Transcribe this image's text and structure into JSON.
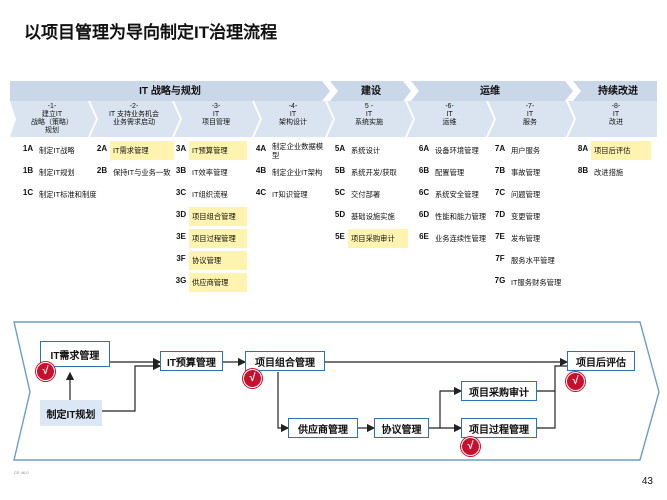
{
  "title": "以项目管理为导向制定IT治理流程",
  "phases": {
    "strategy": "IT 战略与规划",
    "build": "建设",
    "ops": "运维",
    "improve": "持续改进"
  },
  "headers": [
    "-1-\n建立IT\n战略（策略）\n规划",
    "-2-\nIT 支持业务机会\n业务需求启动",
    "-3-\nIT\n项目管理",
    "-4-\nIT\n架构设计",
    "5 -\nIT\n系统实施",
    "-6-\nIT\n运维",
    "-7-\nIT\n服务",
    "-8-\nIT\n改进"
  ],
  "cols": [
    [
      {
        "code": "1A",
        "label": "制定IT战略",
        "hl": false
      },
      {
        "code": "1B",
        "label": "制定IT规划",
        "hl": false
      },
      {
        "code": "1C",
        "label": "制定IT标准和制度",
        "hl": false
      }
    ],
    [
      {
        "code": "2A",
        "label": "IT需求管理",
        "hl": true
      },
      {
        "code": "2B",
        "label": "保持IT与业务一致",
        "hl": false
      }
    ],
    [
      {
        "code": "3A",
        "label": "IT预算管理",
        "hl": true
      },
      {
        "code": "3B",
        "label": "IT效率管理",
        "hl": false
      },
      {
        "code": "3C",
        "label": "IT组织流程",
        "hl": false
      },
      {
        "code": "3D",
        "label": "项目组合管理",
        "hl": true
      },
      {
        "code": "3E",
        "label": "项目过程管理",
        "hl": true
      },
      {
        "code": "3F",
        "label": "协议管理",
        "hl": true
      },
      {
        "code": "3G",
        "label": "供应商管理",
        "hl": true
      }
    ],
    [
      {
        "code": "4A",
        "label": "制定企业数据模型",
        "hl": false
      },
      {
        "code": "4B",
        "label": "制定企业IT架构",
        "hl": false
      },
      {
        "code": "4C",
        "label": "IT知识管理",
        "hl": false
      }
    ],
    [
      {
        "code": "5A",
        "label": "系统设计",
        "hl": false
      },
      {
        "code": "5B",
        "label": "系统开发/获取",
        "hl": false
      },
      {
        "code": "5C",
        "label": "交付部署",
        "hl": false
      },
      {
        "code": "5D",
        "label": "基础设施实施",
        "hl": false
      },
      {
        "code": "5E",
        "label": "项目采购审计",
        "hl": true
      }
    ],
    [
      {
        "code": "6A",
        "label": "设备环境管理",
        "hl": false
      },
      {
        "code": "6B",
        "label": "配置管理",
        "hl": false
      },
      {
        "code": "6C",
        "label": "系统安全管理",
        "hl": false
      },
      {
        "code": "6D",
        "label": "性能和能力管理",
        "hl": false
      },
      {
        "code": "6E",
        "label": "业务连续性管理",
        "hl": false
      }
    ],
    [
      {
        "code": "7A",
        "label": "用户服务",
        "hl": false
      },
      {
        "code": "7B",
        "label": "事故管理",
        "hl": false
      },
      {
        "code": "7C",
        "label": "问题管理",
        "hl": false
      },
      {
        "code": "7D",
        "label": "变更管理",
        "hl": false
      },
      {
        "code": "7E",
        "label": "发布管理",
        "hl": false
      },
      {
        "code": "7F",
        "label": "服务水平管理",
        "hl": false
      },
      {
        "code": "7G",
        "label": "IT服务财务管理",
        "hl": false
      }
    ],
    [
      {
        "code": "8A",
        "label": "项目后评估",
        "hl": true
      },
      {
        "code": "8B",
        "label": "改进措施",
        "hl": false
      }
    ]
  ],
  "flow": {
    "req": "IT需求管理",
    "plan": "制定IT规划",
    "budget": "IT预算管理",
    "portfolio": "项目组合管理",
    "supplier": "供应商管理",
    "agreement": "协议管理",
    "audit": "项目采购审计",
    "process": "项目过程管理",
    "eval": "项目后评估",
    "check": "√"
  },
  "footer_tiny": "CE 46.0",
  "page_number": "43"
}
